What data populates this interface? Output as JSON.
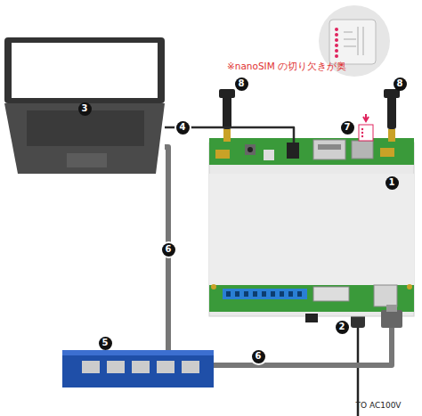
{
  "diagram": {
    "nodes": [
      {
        "text": [
          "3"
        ]
      },
      {
        "text": [
          "1"
        ]
      },
      {
        "text": [
          "5"
        ]
      }
    ],
    "edges": [
      {
        "from": 0,
        "to": 1,
        "arrow": "none",
        "label": "4"
      },
      {
        "from": 0,
        "to": 2,
        "arrow": "none",
        "label": "6"
      },
      {
        "from": 2,
        "to": 1,
        "arrow": "none",
        "label": "6"
      }
    ],
    "labels": [
      "8",
      "8",
      "7",
      "2",
      "※nanoSIM の切り欠きが奥",
      "TO AC100V"
    ]
  }
}
